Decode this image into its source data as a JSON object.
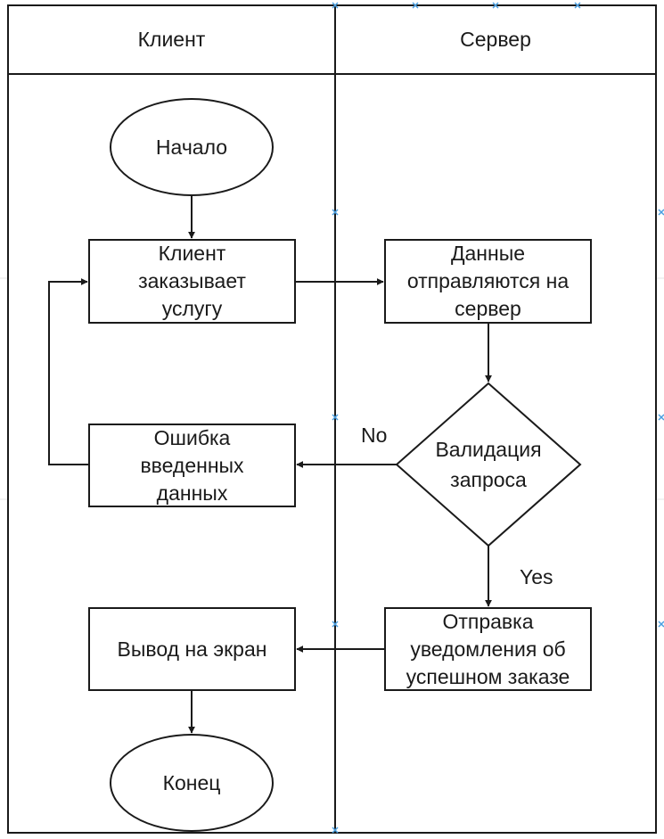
{
  "lanes": {
    "client": "Клиент",
    "server": "Сервер"
  },
  "nodes": {
    "start": "Начало",
    "order": [
      "Клиент",
      "заказывает",
      "услугу"
    ],
    "send": [
      "Данные",
      "отправляются на",
      "сервер"
    ],
    "validate": [
      "Валидация",
      "запроса"
    ],
    "error": [
      "Ошибка",
      "введенных",
      "данных"
    ],
    "notify": [
      "Отправка",
      "уведомления об",
      "успешном заказе"
    ],
    "display": "Вывод на экран",
    "end": "Конец"
  },
  "edges": {
    "no": "No",
    "yes": "Yes"
  },
  "colors": {
    "stroke": "#1a1a1a",
    "background": "#ffffff",
    "grid": "#e6e6e6",
    "handle": "#4a9ee0"
  }
}
